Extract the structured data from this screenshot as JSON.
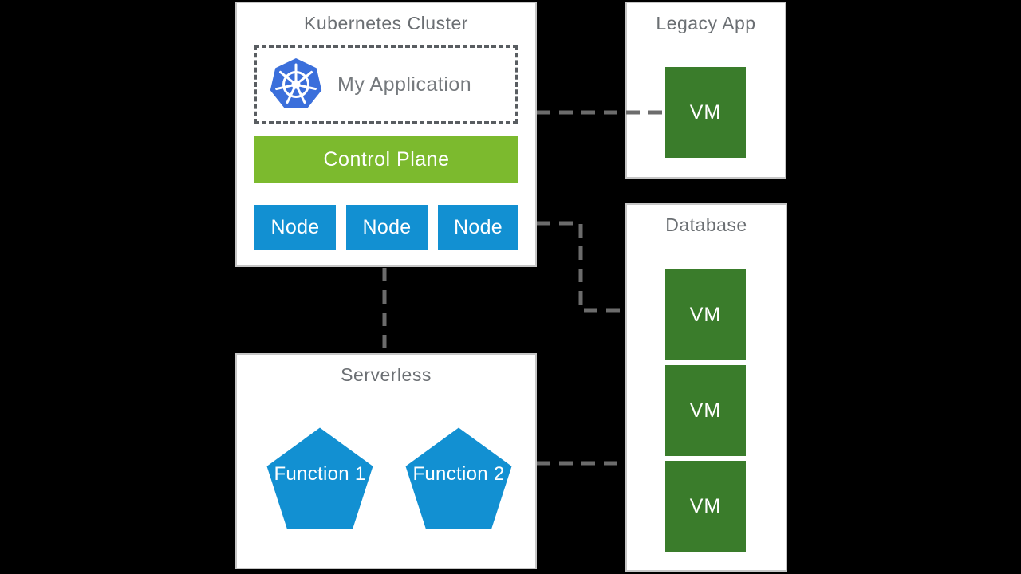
{
  "background_color": "#000000",
  "palette": {
    "box_background": "#ffffff",
    "box_border": "#c6c6c6",
    "title_text_gray": "#6b6f73",
    "control_plane_green": "#7cba2e",
    "node_blue": "#1290d2",
    "vm_green": "#3a7c2b",
    "function_blue": "#1290d2",
    "kubernetes_logo_blue": "#3b6fdb",
    "connector_gray": "#6c6c6c"
  },
  "kubernetes_cluster": {
    "title": "Kubernetes Cluster",
    "application": {
      "icon": "kubernetes-helm-icon",
      "label": "My Application"
    },
    "control_plane": {
      "label": "Control Plane"
    },
    "nodes": [
      {
        "label": "Node"
      },
      {
        "label": "Node"
      },
      {
        "label": "Node"
      }
    ]
  },
  "legacy_app": {
    "title": "Legacy App",
    "vms": [
      {
        "label": "VM"
      }
    ]
  },
  "database": {
    "title": "Database",
    "vms": [
      {
        "label": "VM"
      },
      {
        "label": "VM"
      },
      {
        "label": "VM"
      }
    ]
  },
  "serverless": {
    "title": "Serverless",
    "functions": [
      {
        "label": "Function 1"
      },
      {
        "label": "Function 2"
      }
    ]
  },
  "connections": [
    {
      "from": "kubernetes-cluster",
      "to": "legacy-app-vm",
      "style": "dashed"
    },
    {
      "from": "kubernetes-cluster",
      "to": "database-vm-1",
      "style": "dashed"
    },
    {
      "from": "kubernetes-cluster",
      "to": "serverless",
      "style": "dashed"
    },
    {
      "from": "serverless",
      "to": "database-vm-3",
      "style": "dashed"
    }
  ]
}
